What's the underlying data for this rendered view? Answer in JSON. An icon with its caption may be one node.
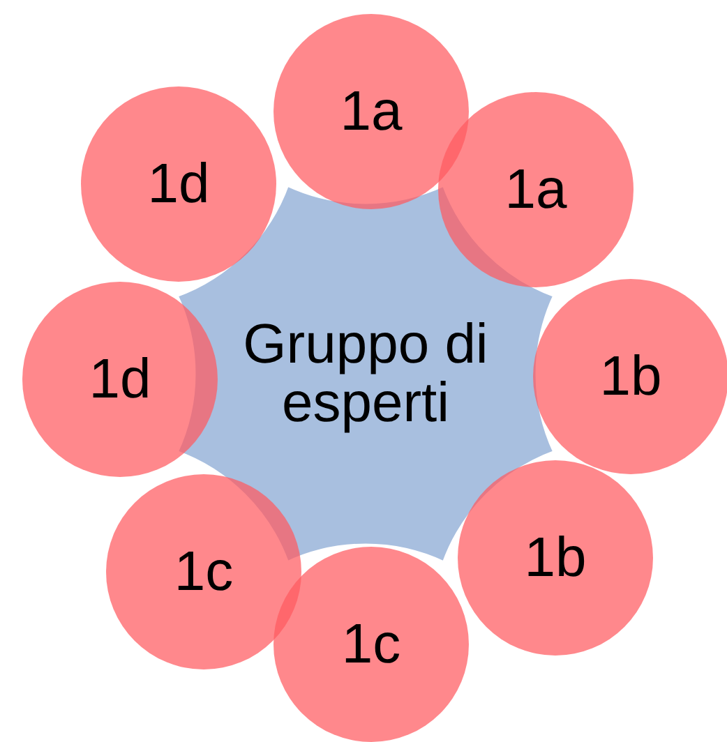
{
  "diagram": {
    "nodes": [
      {
        "text": [
          "Gruppo di esperti"
        ]
      },
      {
        "text": [
          "1a"
        ]
      },
      {
        "text": [
          "1a"
        ]
      },
      {
        "text": [
          "1b"
        ]
      },
      {
        "text": [
          "1b"
        ]
      },
      {
        "text": [
          "1c"
        ]
      },
      {
        "text": [
          "1c"
        ]
      },
      {
        "text": [
          "1d"
        ]
      },
      {
        "text": [
          "1d"
        ]
      }
    ]
  }
}
